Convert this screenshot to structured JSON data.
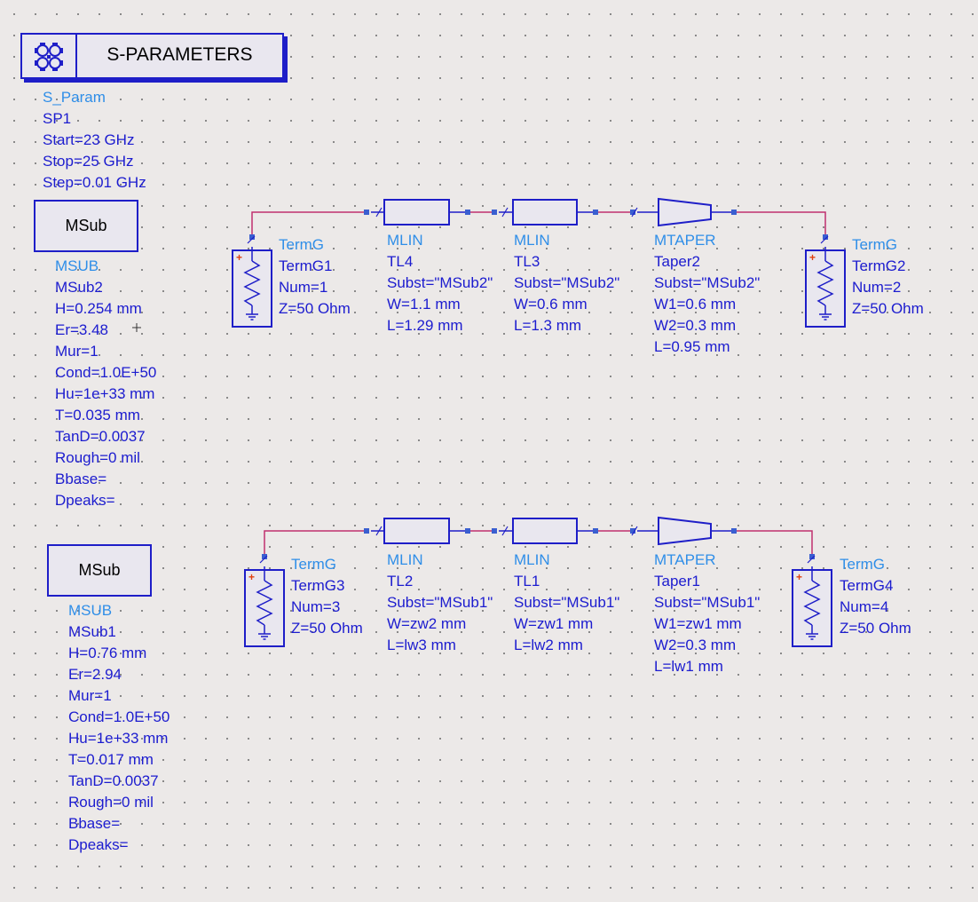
{
  "sparam": {
    "title": "S-PARAMETERS",
    "icon": "gear-cluster-icon",
    "type": "S_Param",
    "name": "SP1",
    "start": "Start=23 GHz",
    "stop": "Stop=25 GHz",
    "step": "Step=0.01 GHz"
  },
  "msub2": {
    "box_label": "MSub",
    "type": "MSUB",
    "name": "MSub2",
    "params": [
      "H=0.254 mm",
      "Er=3.48",
      "Mur=1",
      "Cond=1.0E+50",
      "Hu=1e+33 mm",
      "T=0.035 mm",
      "TanD=0.0037",
      "Rough=0 mil",
      "Bbase=",
      "Dpeaks="
    ]
  },
  "msub1": {
    "box_label": "MSub",
    "type": "MSUB",
    "name": "MSub1",
    "params": [
      "H=0.76 mm",
      "Er=2.94",
      "Mur=1",
      "Cond=1.0E+50",
      "Hu=1e+33 mm",
      "T=0.017 mm",
      "TanD=0.0037",
      "Rough=0 mil",
      "Bbase=",
      "Dpeaks="
    ]
  },
  "circuit_top": {
    "termg1": {
      "type": "TermG",
      "name": "TermG1",
      "params": [
        "Num=1",
        "Z=50 Ohm"
      ]
    },
    "tl4": {
      "type": "MLIN",
      "name": "TL4",
      "params": [
        "Subst=\"MSub2\"",
        "W=1.1 mm",
        "L=1.29 mm"
      ]
    },
    "tl3": {
      "type": "MLIN",
      "name": "TL3",
      "params": [
        "Subst=\"MSub2\"",
        "W=0.6 mm",
        "L=1.3 mm"
      ]
    },
    "taper2": {
      "type": "MTAPER",
      "name": "Taper2",
      "params": [
        "Subst=\"MSub2\"",
        "W1=0.6 mm",
        "W2=0.3 mm",
        "L=0.95 mm"
      ]
    },
    "termg2": {
      "type": "TermG",
      "name": "TermG2",
      "params": [
        "Num=2",
        "Z=50 Ohm"
      ]
    }
  },
  "circuit_bottom": {
    "termg3": {
      "type": "TermG",
      "name": "TermG3",
      "params": [
        "Num=3",
        "Z=50 Ohm"
      ]
    },
    "tl2": {
      "type": "MLIN",
      "name": "TL2",
      "params": [
        "Subst=\"MSub1\"",
        "W=zw2 mm",
        "L=lw3 mm"
      ]
    },
    "tl1": {
      "type": "MLIN",
      "name": "TL1",
      "params": [
        "Subst=\"MSub1\"",
        "W=zw1 mm",
        "L=lw2 mm"
      ]
    },
    "taper1": {
      "type": "MTAPER",
      "name": "Taper1",
      "params": [
        "Subst=\"MSub1\"",
        "W1=zw1 mm",
        "W2=0.3 mm",
        "L=lw1 mm"
      ]
    },
    "termg4": {
      "type": "TermG",
      "name": "TermG4",
      "params": [
        "Num=4",
        "Z=50 Ohm"
      ]
    }
  },
  "colors": {
    "wire": "#c0306f",
    "component": "#1e1ec8",
    "label_type": "#2f8ee8",
    "label_param": "#1c1ccf",
    "canvas": "#ece9e8"
  }
}
